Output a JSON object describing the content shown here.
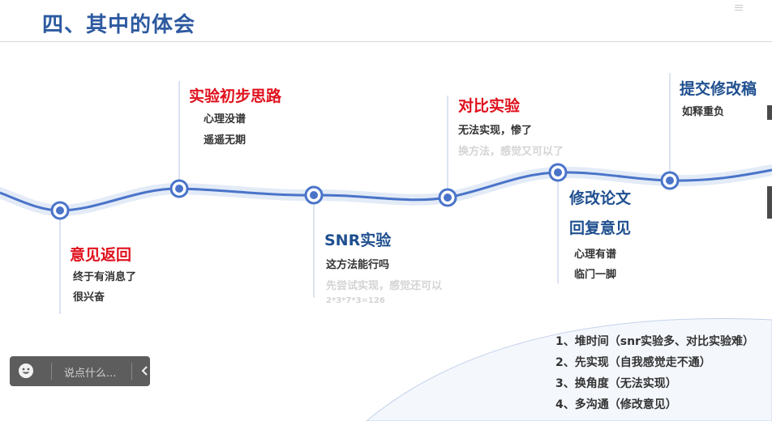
{
  "slide": {
    "title": "四、其中的体会"
  },
  "milestones": [
    {
      "heading": "意见返回",
      "lines": [
        "终于有消息了",
        "很兴奋"
      ]
    },
    {
      "heading": "实验初步思路",
      "lines": [
        "心理没谱",
        "遥遥无期"
      ]
    },
    {
      "heading": "SNR实验",
      "lines": [
        "这方法能行吗",
        "先尝试实现，感觉还可以",
        "2*3*7*3=126"
      ]
    },
    {
      "heading": "对比实验",
      "lines": [
        "无法实现，惨了",
        "换方法，感觉又可以了"
      ]
    },
    {
      "heading_line1": "修改论文",
      "heading_line2": "回复意见",
      "lines": [
        "心理有谱",
        "临门一脚"
      ]
    },
    {
      "heading": "提交修改稿",
      "lines": [
        "如释重负"
      ]
    }
  ],
  "summary": [
    "1、堆时间（snr实验多、对比实验难）",
    "2、先实现（自我感觉走不通）",
    "3、换角度（无法实现）",
    "4、多沟通（修改意见）"
  ],
  "chat_widget": {
    "placeholder": "说点什么...",
    "icon_face": "smiley-icon",
    "icon_collapse": "chevron-left-icon"
  },
  "colors": {
    "title": "#2d5aa0",
    "wave": "#4a74c9",
    "red_heading": "#e0101c",
    "blue_heading": "#1f4f8f"
  }
}
